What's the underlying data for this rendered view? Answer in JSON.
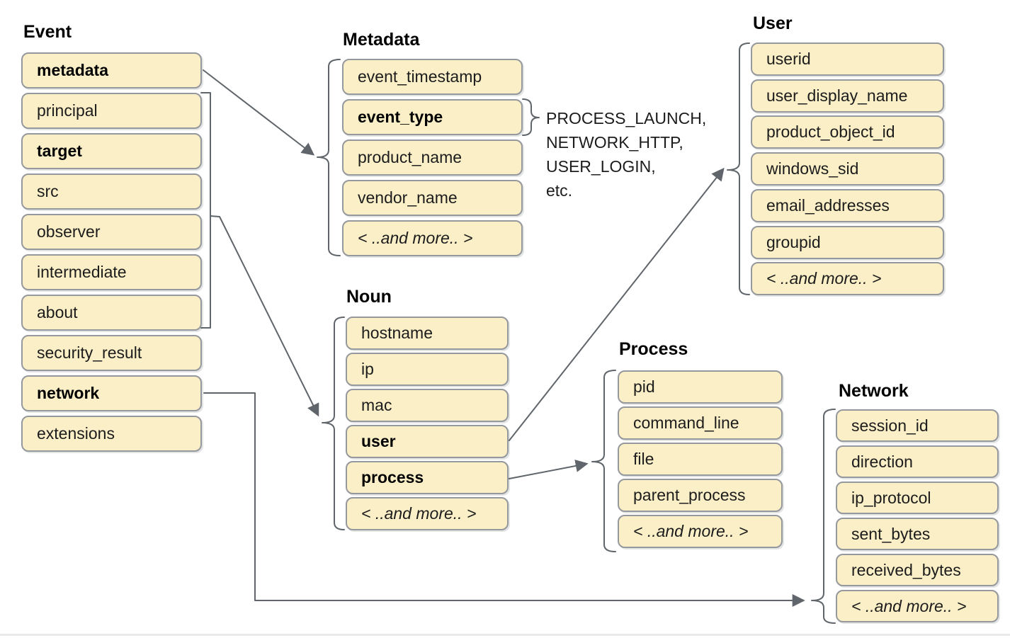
{
  "groups": [
    {
      "id": "event",
      "title": "Event",
      "items": [
        {
          "label": "metadata",
          "bold": true
        },
        {
          "label": "principal"
        },
        {
          "label": "target",
          "bold": true
        },
        {
          "label": "src"
        },
        {
          "label": "observer"
        },
        {
          "label": "intermediate"
        },
        {
          "label": "about"
        },
        {
          "label": "security_result"
        },
        {
          "label": "network",
          "bold": true
        },
        {
          "label": "extensions"
        }
      ]
    },
    {
      "id": "metadata",
      "title": "Metadata",
      "items": [
        {
          "label": "event_timestamp"
        },
        {
          "label": "event_type",
          "bold": true
        },
        {
          "label": "product_name"
        },
        {
          "label": "vendor_name"
        },
        {
          "label": "< ..and more.. >",
          "italic": true
        }
      ]
    },
    {
      "id": "user",
      "title": "User",
      "items": [
        {
          "label": "userid"
        },
        {
          "label": "user_display_name"
        },
        {
          "label": "product_object_id"
        },
        {
          "label": "windows_sid"
        },
        {
          "label": "email_addresses"
        },
        {
          "label": "groupid"
        },
        {
          "label": "< ..and more.. >",
          "italic": true
        }
      ]
    },
    {
      "id": "noun",
      "title": "Noun",
      "items": [
        {
          "label": "hostname"
        },
        {
          "label": "ip"
        },
        {
          "label": "mac"
        },
        {
          "label": "user",
          "bold": true
        },
        {
          "label": "process",
          "bold": true
        },
        {
          "label": "< ..and more.. >",
          "italic": true
        }
      ]
    },
    {
      "id": "process",
      "title": "Process",
      "items": [
        {
          "label": "pid"
        },
        {
          "label": "command_line"
        },
        {
          "label": "file"
        },
        {
          "label": "parent_process"
        },
        {
          "label": "< ..and more.. >",
          "italic": true
        }
      ]
    },
    {
      "id": "network",
      "title": "Network",
      "items": [
        {
          "label": "session_id"
        },
        {
          "label": "direction"
        },
        {
          "label": "ip_protocol"
        },
        {
          "label": "sent_bytes"
        },
        {
          "label": "received_bytes"
        },
        {
          "label": "< ..and more.. >",
          "italic": true
        }
      ]
    }
  ],
  "annotation": {
    "lines": [
      "PROCESS_LAUNCH,",
      "NETWORK_HTTP,",
      "USER_LOGIN,",
      "etc."
    ]
  },
  "connections": [
    {
      "from": "Event.metadata",
      "to": "Metadata group"
    },
    {
      "from": "Event.principal-about bracket",
      "to": "Noun group"
    },
    {
      "from": "Noun.user",
      "to": "User group"
    },
    {
      "from": "Noun.process",
      "to": "Process group"
    },
    {
      "from": "Event.network",
      "to": "Network group"
    },
    {
      "from": "Metadata.event_type",
      "to": "event type examples list"
    }
  ],
  "colors": {
    "background": "#FFFFFF",
    "box_fill": "#FBEFC8",
    "box_border": "#95989C",
    "connector": "#5F656A",
    "label_text": "#1C1C1C",
    "title_text": "#000000",
    "divider": "#E9EAEC"
  }
}
